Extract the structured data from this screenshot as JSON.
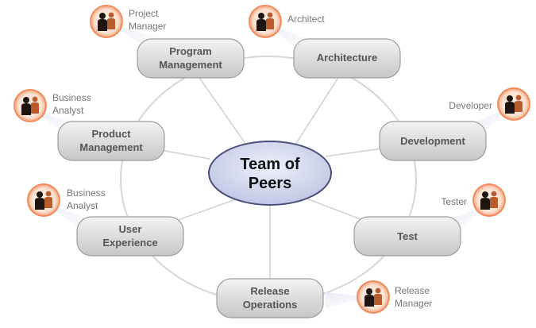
{
  "center": {
    "line1": "Team of",
    "line2": "Peers"
  },
  "roles": [
    {
      "id": "program-management",
      "lines": [
        "Program",
        "Management"
      ],
      "person": [
        "Project",
        "Manager"
      ]
    },
    {
      "id": "architecture",
      "lines": [
        "Architecture"
      ],
      "person": [
        "Architect"
      ]
    },
    {
      "id": "product-management",
      "lines": [
        "Product",
        "Management"
      ],
      "person": [
        "Business",
        "Analyst"
      ]
    },
    {
      "id": "development",
      "lines": [
        "Development"
      ],
      "person": [
        "Developer"
      ]
    },
    {
      "id": "user-experience",
      "lines": [
        "User",
        "Experience"
      ],
      "person": [
        "Business",
        "Analyst"
      ]
    },
    {
      "id": "test",
      "lines": [
        "Test"
      ],
      "person": [
        "Tester"
      ]
    },
    {
      "id": "release-operations",
      "lines": [
        "Release",
        "Operations"
      ],
      "person": [
        "Release",
        "Manager"
      ]
    }
  ],
  "colors": {
    "ring": "#d4d4d4",
    "spoke": "#cfcfcf",
    "box_fill_top": "#f2f2f2",
    "box_fill_bottom": "#c9c9c9",
    "box_stroke": "#9a9a9a",
    "center_fill": "#c9cfe8",
    "center_stroke": "#4a4f7a",
    "icon_ring": "#f4a27a",
    "icon_fill": "#fbe3d4",
    "icon_person": "#1e1510",
    "icon_person_2": "#b85c2e"
  }
}
